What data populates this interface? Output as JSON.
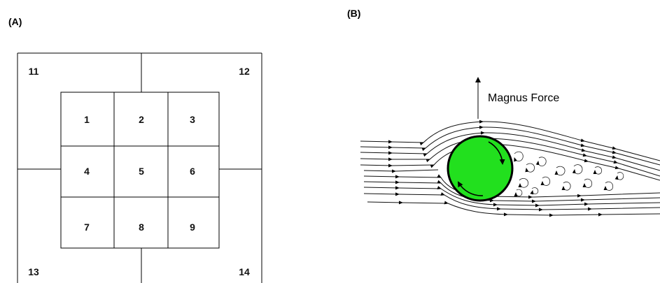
{
  "panel_a": {
    "label": "(A)",
    "inner_zones": [
      "1",
      "2",
      "3",
      "4",
      "5",
      "6",
      "7",
      "8",
      "9"
    ],
    "outer_zones": [
      "11",
      "12",
      "13",
      "14"
    ]
  },
  "panel_b": {
    "label": "(B)",
    "force_label": "Magnus Force",
    "ball_color": "#22e01e",
    "ball_outline_color": "#000000",
    "rotation_arrow_color": "#000000"
  }
}
